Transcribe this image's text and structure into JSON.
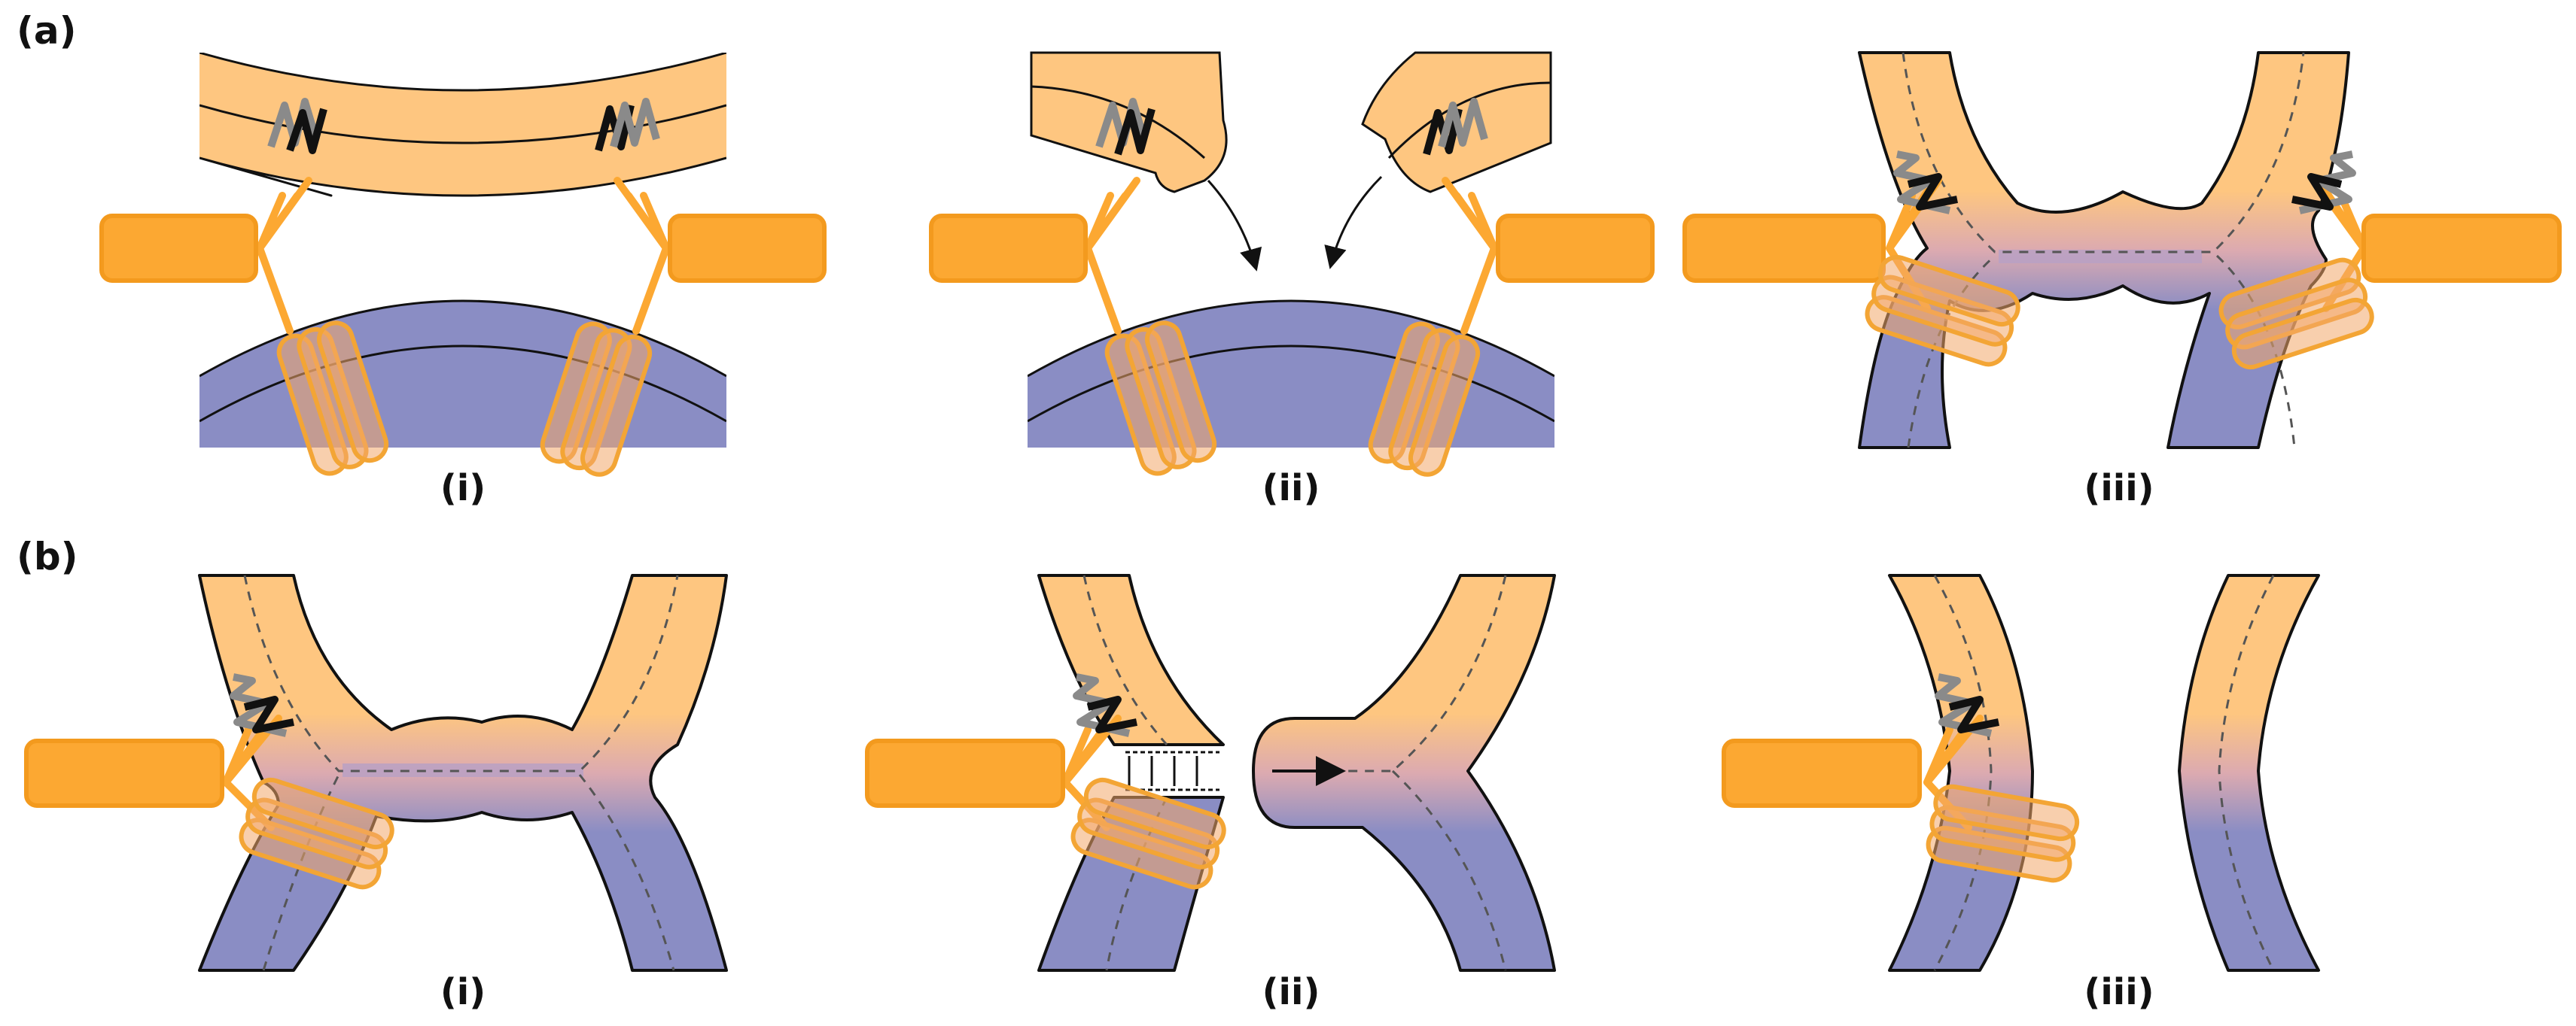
{
  "rows": {
    "a": {
      "label": "(a)"
    },
    "b": {
      "label": "(b)"
    }
  },
  "panels": {
    "a1": {
      "label": "(i)"
    },
    "a2": {
      "label": "(ii)"
    },
    "a3": {
      "label": "(iii)"
    },
    "b1": {
      "label": "(i)"
    },
    "b2": {
      "label": "(ii)"
    },
    "b3": {
      "label": "(iii)"
    }
  },
  "colors": {
    "upper_membrane": "#fec680",
    "lower_membrane": "#8a8dc4",
    "protein": "#fca832",
    "protein_stroke": "#f39a1e",
    "outline": "#111111"
  },
  "icons": [
    "tether-protein",
    "spring-snare",
    "helix-bundle",
    "arrow"
  ]
}
